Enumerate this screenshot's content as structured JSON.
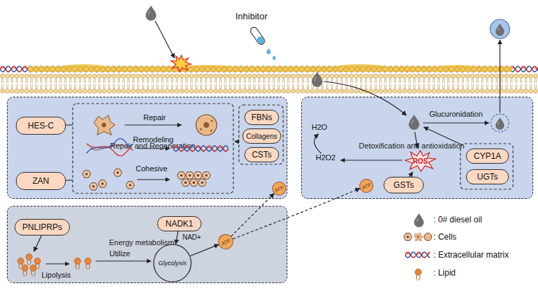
{
  "diagram": {
    "nodes": [
      {
        "text": [
          "Repair and Regeneration"
        ]
      },
      {
        "text": [
          "HES-C"
        ],
        "in": 0
      },
      {
        "text": [
          "ZAN"
        ],
        "in": 0
      },
      {
        "text": [
          "FBNs"
        ],
        "in": 0
      },
      {
        "text": [
          "Collagens"
        ],
        "in": 0
      },
      {
        "text": [
          "CSTs"
        ],
        "in": 0
      },
      {
        "text": [
          "ATP"
        ],
        "in": 0
      },
      {
        "text": [
          "Detoxification and antioxidation"
        ]
      },
      {
        "text": [
          "ROS"
        ],
        "in": 7
      },
      {
        "text": [
          "GSTs"
        ],
        "in": 7
      },
      {
        "text": [
          "CYP1A"
        ],
        "in": 7
      },
      {
        "text": [
          "UGTs"
        ],
        "in": 7
      },
      {
        "text": [
          "ATP"
        ],
        "in": 7
      },
      {
        "text": [
          "Energy metabolism"
        ]
      },
      {
        "text": [
          "PNLIPRPs"
        ],
        "in": 13
      },
      {
        "text": [
          "NADK1"
        ],
        "in": 13
      },
      {
        "text": [
          "Glycolysis"
        ],
        "in": 13
      },
      {
        "text": [
          "ATP"
        ],
        "in": 13
      }
    ],
    "edges": [
      {
        "from": 15,
        "to": 16,
        "arrow": "to",
        "label": "NAD+"
      },
      {
        "from": 16,
        "to": 17,
        "arrow": "to"
      },
      {
        "from": 17,
        "to": 6,
        "arrow": "to"
      },
      {
        "from": 17,
        "to": 12,
        "arrow": "to"
      },
      {
        "from": 9,
        "to": 8,
        "arrow": "to"
      }
    ],
    "labels": [
      "Inhibitor",
      "Repair",
      "Remodeling",
      "Cohesive",
      "Lipolysis",
      "Utilize",
      "Glucuronidation",
      "H2O",
      "H2O2"
    ],
    "legend": [
      {
        "text": ": 0# diesel oil"
      },
      {
        "text": ": Cells"
      },
      {
        "text": ": Extracellular matrix"
      },
      {
        "text": ": Lipid"
      }
    ]
  }
}
